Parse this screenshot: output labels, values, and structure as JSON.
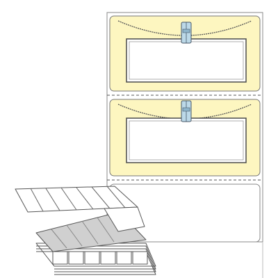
{
  "product": {
    "kind": "fan-folded label stock with clothespin card design",
    "colors": {
      "label_fill": "#fdf6c0",
      "card_fill": "#ffffff",
      "pin_fill": "#bcd9e8",
      "line": "#4a4a4a",
      "perforation": "#555555",
      "backing": "#ffffff"
    },
    "labels_shown": 2,
    "stack": {
      "panel_count": 8
    },
    "icons": [
      "clothespin-icon",
      "string-icon",
      "card-frame-icon"
    ]
  }
}
